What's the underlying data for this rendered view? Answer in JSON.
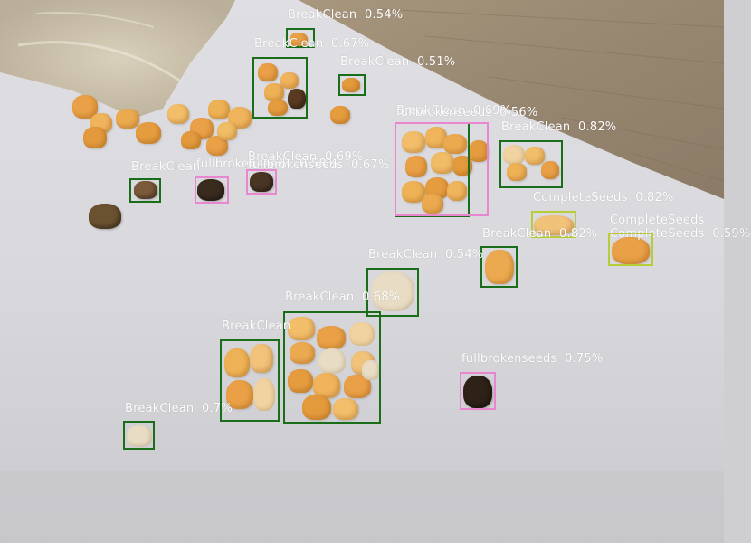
{
  "image": {
    "description_colors": {
      "paper": "#dcdce0",
      "wood": "#9c8a72",
      "kernel": "#e39a3c",
      "kernel_light": "#f2c27a",
      "kernel_pale": "#e8dcc4",
      "kernel_dark": "#3a2b1f"
    }
  },
  "classes": {
    "BreakClean": {
      "color": "#1a6e1a"
    },
    "fullbrokenseeds": {
      "color": "#e887cf"
    },
    "CompleteSeeds": {
      "color": "#b7cc37"
    }
  },
  "detections": [
    {
      "label": "BreakClean",
      "score": "0.54%"
    },
    {
      "label": "BreakClean",
      "score": "0.67%"
    },
    {
      "label": "BreakClean",
      "score": "0.51%"
    },
    {
      "label": "BreakClean",
      "score": "0.69%"
    },
    {
      "label": "fullbrokenseeds",
      "score": "0.56%"
    },
    {
      "label": "BreakClean",
      "score": "0.82%"
    },
    {
      "label": "BreakClean",
      "score": ""
    },
    {
      "label": "fullbrokenseeds",
      "score": "0.58%"
    },
    {
      "label": "BreakClean",
      "score": "0.69%"
    },
    {
      "label": "fullbrokenseeds",
      "score": "0.67%"
    },
    {
      "label": "CompleteSeeds",
      "score": "0.82%"
    },
    {
      "label": "CompleteSeeds",
      "score": "0.59%"
    },
    {
      "label": "CompleteSeeds",
      "score": ""
    },
    {
      "label": "BreakClean",
      "score": "0.82%"
    },
    {
      "label": "BreakClean",
      "score": "0.54%"
    },
    {
      "label": "BreakClean",
      "score": "0.68%"
    },
    {
      "label": "BreakClean",
      "score": ""
    },
    {
      "label": "fullbrokenseeds",
      "score": "0.75%"
    },
    {
      "label": "BreakClean",
      "score": "0.7%"
    }
  ]
}
